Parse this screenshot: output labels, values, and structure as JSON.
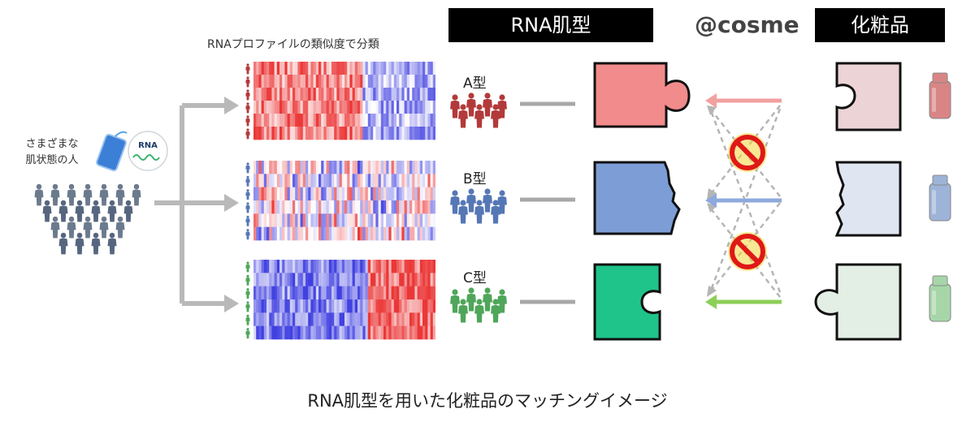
{
  "headers": {
    "rna_type": "RNA肌型",
    "cosme": "@cosme",
    "cosmetics": "化粧品"
  },
  "left": {
    "people_label": "さまざまな\n肌状態の人",
    "rna_badge": "RNA"
  },
  "heatmap_title": "RNAプロファイルの類似度で分類",
  "types": [
    {
      "label": "A型",
      "color": "#b23a3a",
      "piece_color": "#f28b8b",
      "cosmetic_piece_color": "#ecd3d5",
      "arrow_color": "#f2a0a0",
      "bottle_color": "#d98585"
    },
    {
      "label": "B型",
      "color": "#5577b5",
      "piece_color": "#7c9dd6",
      "cosmetic_piece_color": "#dfe5f1",
      "arrow_color": "#8fa9dc",
      "bottle_color": "#9db4d8"
    },
    {
      "label": "C型",
      "color": "#4fa65a",
      "piece_color": "#1fc48a",
      "cosmetic_piece_color": "#e3efe5",
      "arrow_color": "#8ccf58",
      "bottle_color": "#a6d6a8"
    }
  ],
  "caption": "RNA肌型を用いた化粧品のマッチングイメージ"
}
